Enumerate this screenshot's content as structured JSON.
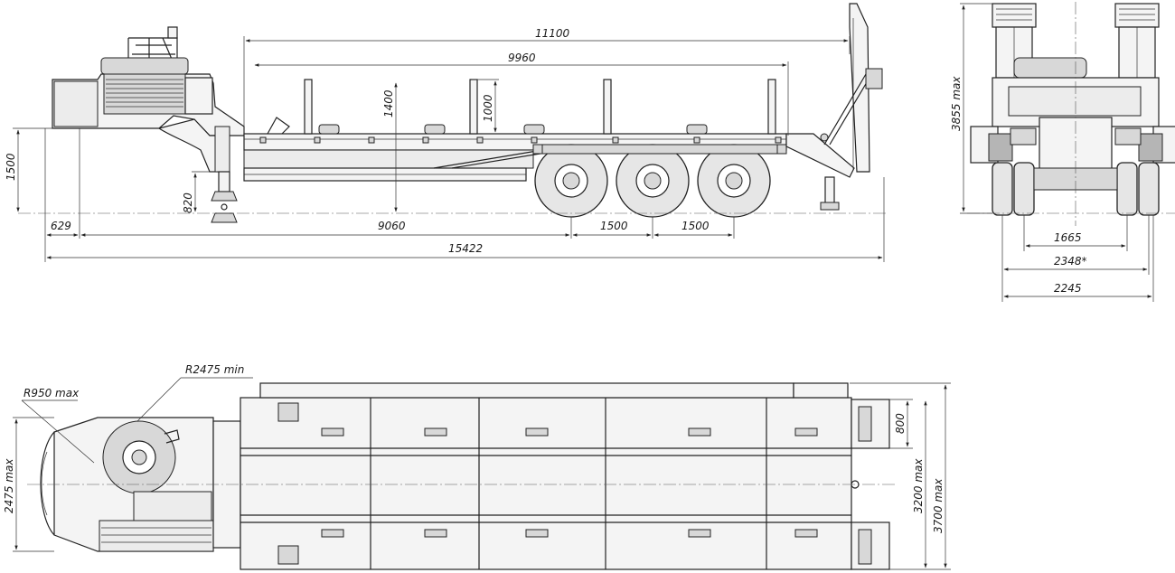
{
  "views": {
    "side": {
      "dimensions": {
        "overall_length": "15422",
        "stake_span": "11100",
        "deck_length": "9960",
        "height_overall": "1500",
        "stake_height": "1400",
        "stanchion_height": "1000",
        "support_height": "820",
        "front_overhang": "629",
        "kingpin_to_axle": "9060",
        "axle_spacing_1": "1500",
        "axle_spacing_2": "1500"
      }
    },
    "rear": {
      "dimensions": {
        "height_max": "3855 max",
        "track_inner": "1665",
        "track_outer": "2348*",
        "width": "2245"
      }
    },
    "top": {
      "dimensions": {
        "swing_radius": "R2475 min",
        "front_radius": "R950 max",
        "front_width": "2475 max",
        "ramp_width": "800",
        "width_inner": "3200 max",
        "width_outer": "3700 max"
      }
    }
  },
  "colors": {
    "line": "#222222",
    "background": "#ffffff"
  }
}
